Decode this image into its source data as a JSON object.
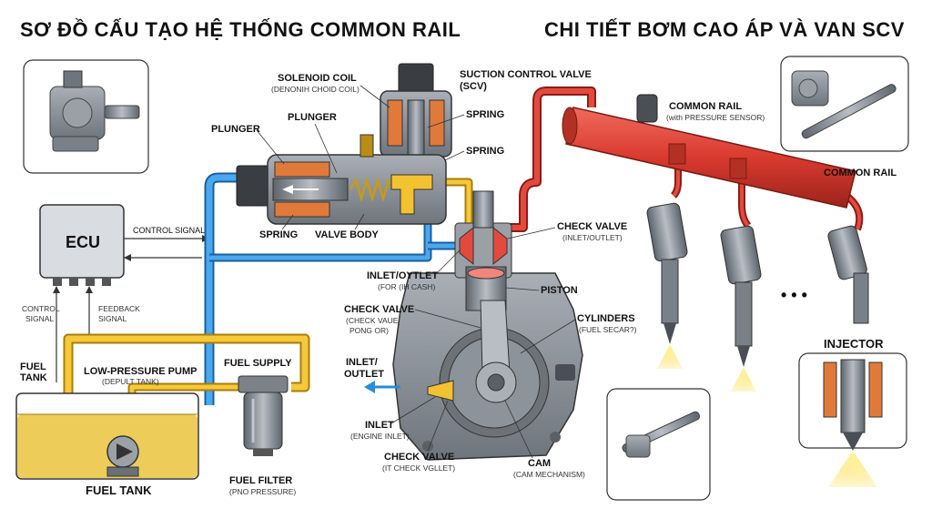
{
  "titles": {
    "left": "SƠ ĐỒ CẤU TẠO HỆ THỐNG COMMON RAIL",
    "right": "CHI TIẾT BƠM CAO ÁP VÀ VAN SCV"
  },
  "ecu": {
    "label": "ECU",
    "control_signal": "CONTROL SIGNAL",
    "control_signal_left": [
      "CONTROL",
      "SIGNAL"
    ],
    "feedback_signal": [
      "FEEDBACK",
      "SIGNAL"
    ]
  },
  "fuel_side": {
    "fuel_tank_small": [
      "FUEL",
      "TANK"
    ],
    "low_pressure_pump": "LOW-PRESSURE PUMP",
    "low_pressure_pump_sub": "(DEPULT TANK)",
    "fuel_supply": "FUEL SUPPLY",
    "fuel_filter": "FUEL FILTER",
    "fuel_filter_sub": "(PNO PRESSURE)",
    "fuel_tank": "FUEL TANK"
  },
  "scv": {
    "solenoid_coil": "SOLENOID COIL",
    "solenoid_coil_sub": "(DENONIH CHOID COIL)",
    "suction_control_valve": [
      "SUCTION CONTROL VALVE",
      "(SCV)"
    ],
    "spring_top": "SPRING",
    "spring_mid": "SPRING",
    "plunger_left": "PLUNGER",
    "plunger": "PLUNGER",
    "spring_bottom": "SPRING",
    "valve_body": "VALVE BODY"
  },
  "pump": {
    "check_valve_top": "CHECK VALVE",
    "check_valve_top_sub": "(INLET/OUTLET)",
    "inlet_outlet_top": "INLET/OYTLET",
    "inlet_outlet_top_sub": "(FOR (IH CASH)",
    "piston": "PISTON",
    "check_valve_mid": "CHECK VALVE",
    "check_valve_mid_sub": [
      "(CHECK VAUE",
      "PONG OR)"
    ],
    "cylinders": "CYLINDERS",
    "cylinders_sub": "(FUEL SECAR?)",
    "inlet_outlet_left": [
      "INLET/",
      "OUTLET"
    ],
    "inlet": "INLET",
    "inlet_sub": "(ENGINE INLET)",
    "check_valve_bottom": "CHECK VALVE",
    "check_valve_bottom_sub": "(IT CHECK VGLLET)",
    "cam": "CAM",
    "cam_sub": "(CAM MECHANISM)"
  },
  "rail": {
    "common_rail_top": "COMMON RAIL",
    "common_rail_top_sub": "(with PRESSURE SENSOR)",
    "common_rail": "COMMON RAIL",
    "injector": "INJECTOR",
    "ellipsis": "• • •"
  },
  "colors": {
    "high_pressure": "#d93a2f",
    "low_pressure_blue": "#2a8bd8",
    "fuel_yellow": "#f2c230",
    "body_gray": "#8d939a",
    "dark_gray": "#4d5258",
    "coil_orange": "#e07a3a"
  }
}
